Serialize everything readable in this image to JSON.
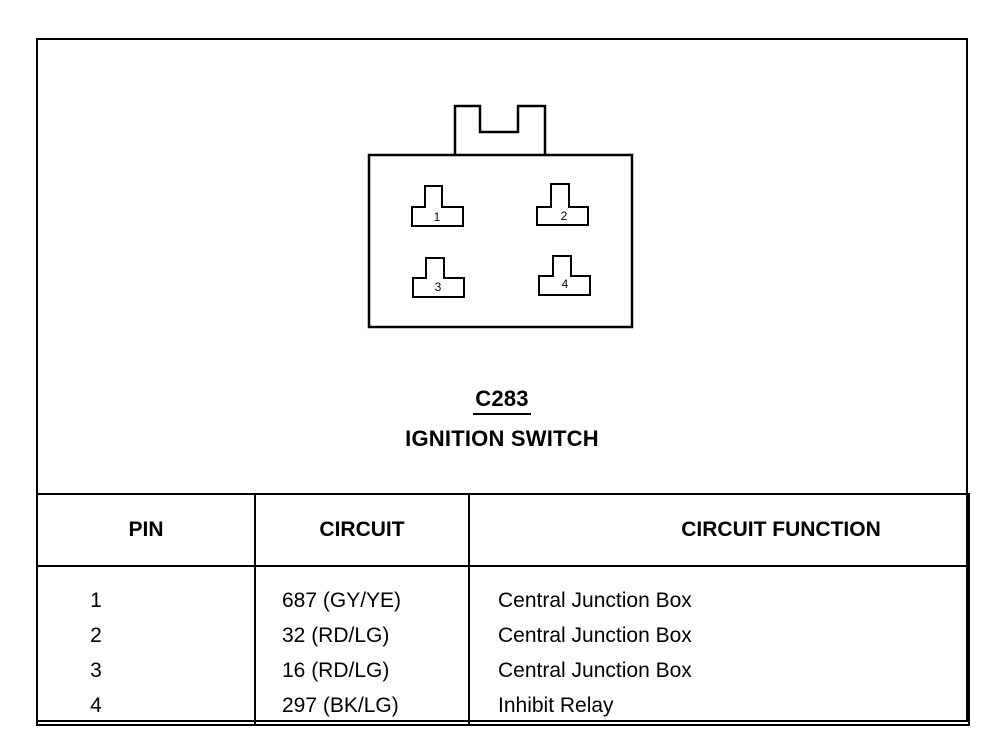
{
  "connector": {
    "id": "C283",
    "name": "IGNITION SWITCH",
    "pins_drawn": [
      "1",
      "2",
      "3",
      "4"
    ]
  },
  "table": {
    "headers": [
      "PIN",
      "CIRCUIT",
      "CIRCUIT FUNCTION"
    ],
    "rows": [
      {
        "pin": "1",
        "circuit": "687 (GY/YE)",
        "function": "Central Junction Box"
      },
      {
        "pin": "2",
        "circuit": "32 (RD/LG)",
        "function": "Central Junction Box"
      },
      {
        "pin": "3",
        "circuit": "16 (RD/LG)",
        "function": "Central Junction Box"
      },
      {
        "pin": "4",
        "circuit": "297 (BK/LG)",
        "function": "Inhibit Relay"
      }
    ]
  }
}
